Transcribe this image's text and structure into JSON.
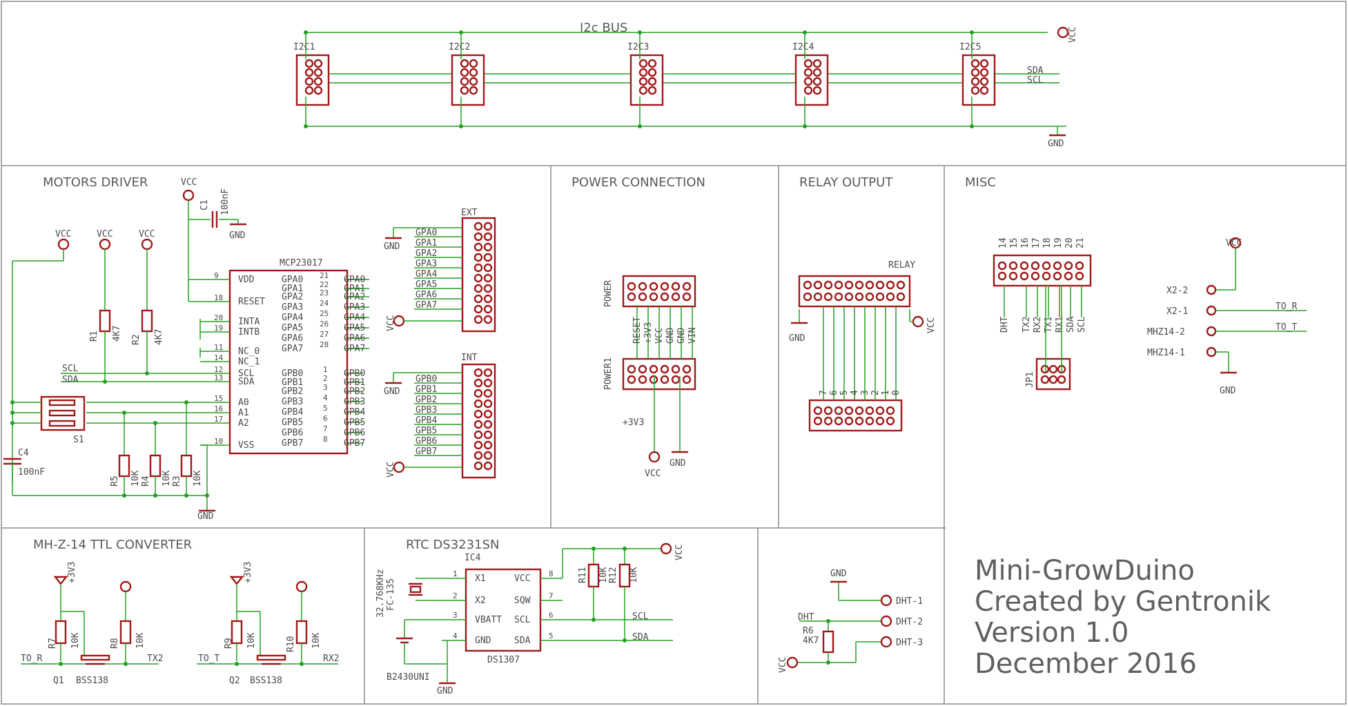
{
  "colors": {
    "frame": "#8c8c8c",
    "wire": "#22a022",
    "part": "#a01818",
    "text": "#4a4a4a",
    "pin": "#22a022"
  },
  "sections": {
    "i2c": "I2c BUS",
    "motors": "MOTORS DRIVER",
    "power": "POWER CONNECTION",
    "relay": "RELAY OUTPUT",
    "misc": "MISC",
    "mhz": "MH-Z-14 TTL CONVERTER",
    "rtc": "RTC DS3231SN"
  },
  "i2c": {
    "connectors": [
      "I2C1",
      "I2C2",
      "I2C3",
      "I2C4",
      "I2C5"
    ],
    "vcc": "VCC",
    "gnd": "GND",
    "sda": "SDA",
    "scl": "SCL"
  },
  "motors": {
    "vcc_labels": [
      "VCC",
      "VCC",
      "VCC",
      "VCC"
    ],
    "c1": "C1",
    "c1_value": "100nF",
    "gnd_top": "GND",
    "r1": "R1",
    "r1_value": "4K7",
    "r2": "R2",
    "r2_value": "4K7",
    "scl": "SCL",
    "sda": "SDA",
    "s1": "S1",
    "c4": "C4",
    "c4_value": "100nF",
    "r5": "R5",
    "r4": "R4",
    "r3": "R3",
    "r_value": "10K",
    "gnd_bottom": "GND",
    "chip_name": "MCP23017",
    "left_pins": [
      {
        "num": "9",
        "name": "VDD"
      },
      {
        "num": "18",
        "name": "RESET"
      },
      {
        "num": "20",
        "name": "INTA"
      },
      {
        "num": "19",
        "name": "INTB"
      },
      {
        "num": "11",
        "name": "NC_0"
      },
      {
        "num": "14",
        "name": "NC_1"
      },
      {
        "num": "12",
        "name": "SCL"
      },
      {
        "num": "13",
        "name": "SDA"
      },
      {
        "num": "15",
        "name": "A0"
      },
      {
        "num": "16",
        "name": "A1"
      },
      {
        "num": "17",
        "name": "A2"
      },
      {
        "num": "10",
        "name": "VSS"
      }
    ],
    "right_pins_a": [
      {
        "num": "21",
        "name": "GPA0"
      },
      {
        "num": "22",
        "name": "GPA1"
      },
      {
        "num": "23",
        "name": "GPA2"
      },
      {
        "num": "24",
        "name": "GPA3"
      },
      {
        "num": "25",
        "name": "GPA4"
      },
      {
        "num": "26",
        "name": "GPA5"
      },
      {
        "num": "27",
        "name": "GPA6"
      },
      {
        "num": "28",
        "name": "GPA7"
      }
    ],
    "right_pins_b": [
      {
        "num": "1",
        "name": "GPB0"
      },
      {
        "num": "2",
        "name": "GPB1"
      },
      {
        "num": "3",
        "name": "GPB2"
      },
      {
        "num": "4",
        "name": "GPB3"
      },
      {
        "num": "5",
        "name": "GPB4"
      },
      {
        "num": "6",
        "name": "GPB5"
      },
      {
        "num": "7",
        "name": "GPB6"
      },
      {
        "num": "8",
        "name": "GPB7"
      }
    ],
    "ext_label": "EXT",
    "int_label": "INT",
    "ext_gnd": "GND",
    "ext_vcc": "VCC",
    "int_gnd": "GND",
    "int_vcc": "VCC",
    "ext_signals": [
      "GPA0",
      "GPA1",
      "GPA2",
      "GPA3",
      "GPA4",
      "GPA5",
      "GPA6",
      "GPA7"
    ],
    "int_signals": [
      "GPB0",
      "GPB1",
      "GPB2",
      "GPB3",
      "GPB4",
      "GPB5",
      "GPB6",
      "GPB7"
    ]
  },
  "power": {
    "power_label": "POWER",
    "power1_label": "POWER1",
    "signals": [
      "RESET",
      "+3V3",
      "VCC",
      "GND",
      "GND",
      "VIN"
    ],
    "p3v3": "+3V3",
    "vcc": "VCC",
    "gnd": "GND"
  },
  "relay": {
    "name": "RELAY",
    "gnd": "GND",
    "vcc": "VCC",
    "bits": [
      "7",
      "6",
      "5",
      "4",
      "3",
      "2",
      "1",
      "0"
    ]
  },
  "misc": {
    "pin_numbers": [
      "14",
      "15",
      "16",
      "17",
      "18",
      "19",
      "20",
      "21"
    ],
    "signals": [
      "DHT",
      "TX2",
      "RX2",
      "TX1",
      "RX1",
      "SDA",
      "SCL"
    ],
    "jp1": "JP1",
    "vcc": "VCC",
    "gnd": "GND",
    "pads": [
      "X2-2",
      "X2-1",
      "MHZ14-2",
      "MHZ14-1"
    ],
    "to_r": "TO_R",
    "to_t": "TO_T"
  },
  "mhz": {
    "p3v3_a": "+3V3",
    "p3v3_b": "+3V3",
    "r7": "R7",
    "r8": "R8",
    "r9": "R9",
    "r10": "R10",
    "r_value": "10K",
    "to_r": "TO_R",
    "tx2": "TX2",
    "to_t": "TO_T",
    "rx2": "RX2",
    "q1": "Q1",
    "q2": "Q2",
    "q_part": "BSS138"
  },
  "rtc": {
    "ic": "IC4",
    "chip_name": "DS1307",
    "crystal": "32.768KHz",
    "crystal_part": "FC-135",
    "battery": "B2430UNI",
    "gnd": "GND",
    "vcc": "VCC",
    "r11": "R11",
    "r12": "R12",
    "r_value": "10K",
    "scl": "SCL",
    "sda": "SDA",
    "left_pins": [
      {
        "num": "1",
        "name": "X1"
      },
      {
        "num": "2",
        "name": "X2"
      },
      {
        "num": "3",
        "name": "VBATT"
      },
      {
        "num": "4",
        "name": "GND"
      }
    ],
    "right_pins": [
      {
        "num": "8",
        "name": "VCC"
      },
      {
        "num": "7",
        "name": "SQW"
      },
      {
        "num": "6",
        "name": "SCL"
      },
      {
        "num": "5",
        "name": "SDA"
      }
    ]
  },
  "dht": {
    "gnd": "GND",
    "dht": "DHT",
    "r6": "R6",
    "r6_value": "4K7",
    "vcc": "VCC",
    "pads": [
      "DHT-1",
      "DHT-2",
      "DHT-3"
    ]
  },
  "title_block": [
    "Mini-GrowDuino",
    "Created by Gentronik",
    "Version 1.0",
    "December 2016"
  ]
}
